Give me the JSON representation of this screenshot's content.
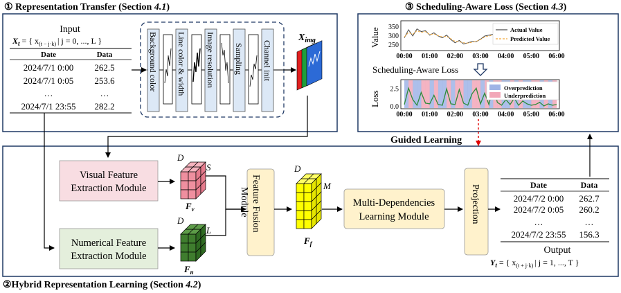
{
  "section1": {
    "title": "① Representation Transfer (Section ",
    "num": "4.1",
    "close": ")"
  },
  "section2": {
    "title": "②Hybrid Representation Learning (Section ",
    "num": "4.2",
    "close": ")"
  },
  "section3": {
    "title": "③ Scheduling-Aware Loss (Section ",
    "num": "4.3",
    "close": ")"
  },
  "guided": "Guided Learning",
  "input": {
    "label": "Input",
    "formula_lhs": "X",
    "formula_sub": "t",
    "formula_rhs": "= { x",
    "formula_idx": "(t − j·k)",
    "formula_tail": "| j = 0, ..., L }",
    "headers": [
      "Date",
      "Data"
    ],
    "rows": [
      [
        "2024/7/1 0:00",
        "262.5"
      ],
      [
        "2024/7/1 0:05",
        "253.6"
      ],
      [
        "…",
        "…"
      ],
      [
        "2024/7/1 23:55",
        "282.2"
      ]
    ]
  },
  "pipeline": [
    "Background color",
    "Line color & width",
    "Image resolution",
    "Sampling",
    "Channel init"
  ],
  "ximg": {
    "main": "X",
    "sub": "img"
  },
  "modules": {
    "visual": [
      "Visual Feature",
      "Extraction Module"
    ],
    "numerical": [
      "Numerical Feature",
      "Extraction Module"
    ],
    "fusion": [
      "Feature Fusion",
      "Module"
    ],
    "mdl": [
      "Multi-Dependencies",
      "Learning Module"
    ],
    "projection": "Projection"
  },
  "cubes": {
    "fv": {
      "d": "D",
      "s": "S",
      "name": "F",
      "sub": "v"
    },
    "fn": {
      "d": "D",
      "s": "L",
      "name": "F",
      "sub": "n"
    },
    "ff": {
      "d": "D",
      "s": "M",
      "name": "F",
      "sub": "f"
    }
  },
  "output": {
    "label": "Output",
    "headers": [
      "Date",
      "Data"
    ],
    "rows": [
      [
        "2024/7/2 0:00",
        "262.7"
      ],
      [
        "2024/7/2 0:05",
        "260.2"
      ],
      [
        "…",
        "…"
      ],
      [
        "2024/7/2 23:55",
        "156.3"
      ]
    ],
    "formula_lhs": "Y",
    "formula_sub": "t",
    "formula_rhs": "= { x",
    "formula_idx": "(t + j·k)",
    "formula_tail": "| j = 1, ..., T }"
  },
  "chart_top": {
    "ylabel": "Value",
    "yticks": [
      "350",
      "300",
      "250"
    ],
    "xticks": [
      "00:00",
      "01:00",
      "02:00",
      "03:00",
      "04:00",
      "05:00",
      "06:00"
    ],
    "legend": [
      "Actual Value",
      "Predicted Value"
    ],
    "colors": {
      "actual": "#4d4d4d",
      "predicted": "#f2a93b"
    }
  },
  "sched_label": "Scheduling-Aware Loss",
  "chart_bottom": {
    "ylabel": "Loss",
    "yticks": [
      "2.5",
      "0.0"
    ],
    "xticks": [
      "00:00",
      "01:00",
      "02:00",
      "03:00",
      "04:00",
      "05:00",
      "06:00"
    ],
    "legend": [
      "Overprediction",
      "Underprediction"
    ],
    "colors": {
      "over": "#9fb4e6",
      "under": "#f2a7b8",
      "line": "#2e8b3a"
    }
  },
  "chart_data": [
    {
      "type": "line",
      "ylabel": "Value",
      "x": [
        "00:00",
        "00:10",
        "00:20",
        "00:30",
        "00:40",
        "00:50",
        "01:00",
        "01:10",
        "01:20",
        "01:30",
        "01:40",
        "01:50",
        "02:00",
        "02:10",
        "02:20",
        "02:30",
        "02:40",
        "02:50",
        "03:00",
        "03:10",
        "03:20",
        "03:30",
        "03:40",
        "03:50",
        "04:00",
        "04:10",
        "04:20",
        "04:30",
        "04:40",
        "04:50",
        "05:00",
        "05:10",
        "05:20",
        "05:30",
        "05:40",
        "05:50",
        "06:00"
      ],
      "series": [
        {
          "name": "Actual Value",
          "values": [
            290,
            335,
            300,
            340,
            325,
            330,
            305,
            318,
            300,
            290,
            305,
            280,
            262,
            275,
            255,
            262,
            270,
            268,
            282,
            300,
            305,
            310,
            296,
            330,
            325,
            315,
            335,
            322,
            330,
            300,
            310,
            298,
            305,
            290,
            300,
            285,
            300
          ]
        },
        {
          "name": "Predicted Value",
          "values": [
            295,
            320,
            310,
            330,
            320,
            325,
            308,
            312,
            302,
            295,
            298,
            285,
            270,
            268,
            262,
            260,
            265,
            270,
            280,
            295,
            300,
            305,
            300,
            315,
            318,
            315,
            322,
            320,
            320,
            305,
            306,
            300,
            302,
            294,
            296,
            290,
            298
          ]
        }
      ],
      "ylim": [
        230,
        370
      ]
    },
    {
      "type": "line",
      "ylabel": "Loss",
      "x": [
        "00:00",
        "00:10",
        "00:20",
        "00:30",
        "00:40",
        "00:50",
        "01:00",
        "01:10",
        "01:20",
        "01:30",
        "01:40",
        "01:50",
        "02:00",
        "02:10",
        "02:20",
        "02:30",
        "02:40",
        "02:50",
        "03:00",
        "03:10",
        "03:20",
        "03:30",
        "03:40",
        "03:50",
        "04:00",
        "04:10",
        "04:20",
        "04:30",
        "04:40",
        "04:50",
        "05:00",
        "05:10",
        "05:20",
        "05:30",
        "05:40",
        "05:50",
        "06:00"
      ],
      "series": [
        {
          "name": "Loss",
          "values": [
            0.3,
            2.6,
            1.0,
            0.2,
            2.0,
            0.5,
            0.4,
            1.6,
            0.3,
            0.2,
            2.5,
            0.4,
            0.3,
            2.4,
            0.5,
            0.2,
            1.8,
            2.6,
            0.4,
            1.9,
            0.3,
            2.8,
            0.6,
            0.2,
            1.0,
            0.3,
            1.2,
            0.2,
            0.8,
            0.4,
            0.2,
            0.3,
            0.6,
            0.1,
            0.4,
            0.2,
            0.3
          ]
        }
      ],
      "ylim": [
        0,
        3.5
      ]
    }
  ]
}
